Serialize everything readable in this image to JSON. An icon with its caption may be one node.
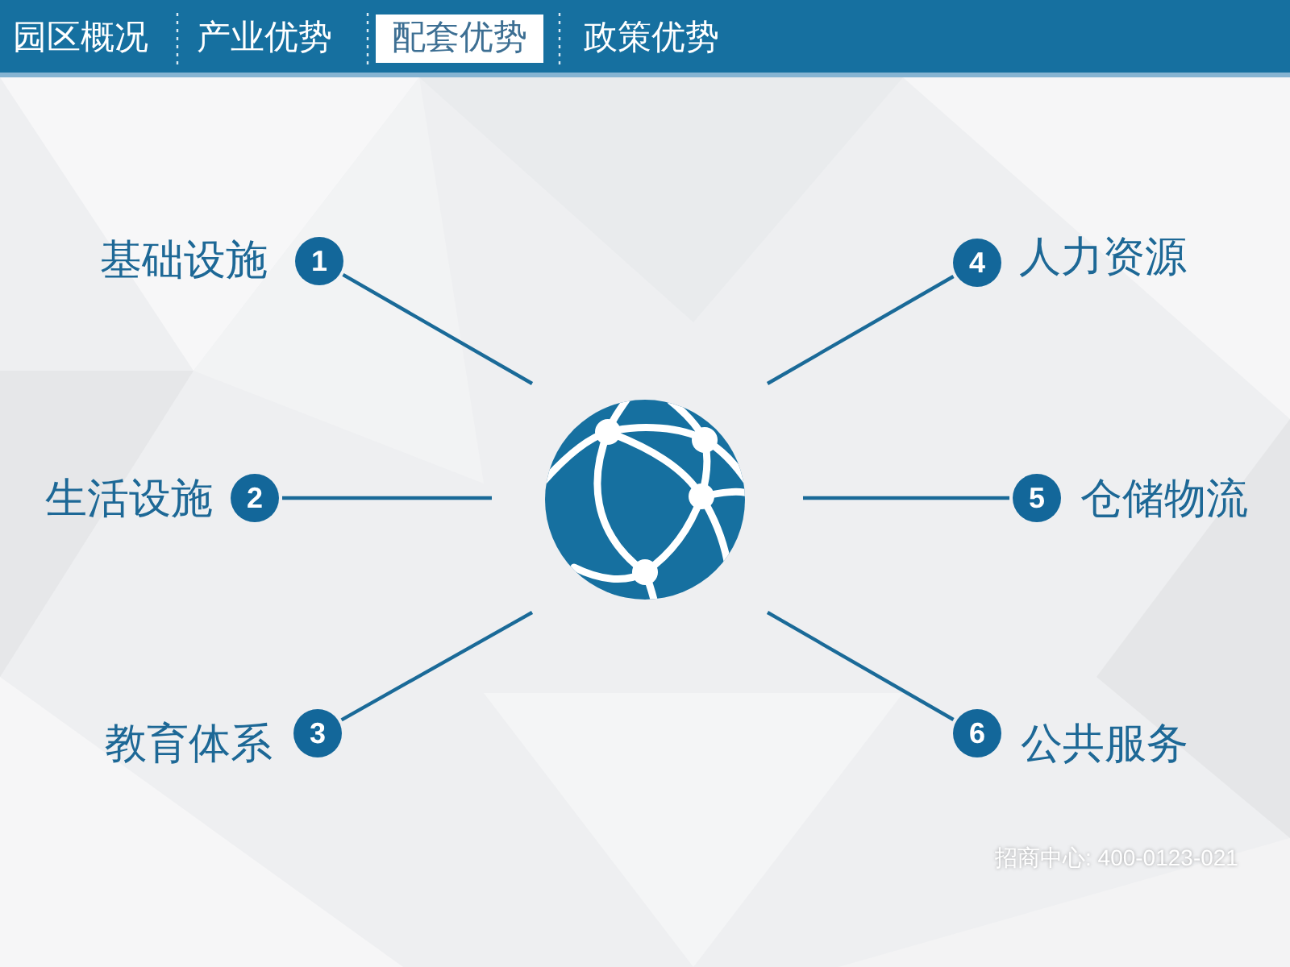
{
  "diagram": {
    "nodes": [
      {
        "text": [
          "1"
        ],
        "beside": [
          "基础设施"
        ]
      },
      {
        "text": [
          "4"
        ],
        "beside": [
          "人力资源"
        ]
      },
      {
        "text": [
          "2"
        ],
        "beside": [
          "生活设施"
        ]
      },
      {
        "text": [],
        "shape": "globe"
      },
      {
        "text": [
          "5"
        ],
        "beside": [
          "仓储物流"
        ]
      },
      {
        "text": [
          "3"
        ],
        "beside": [
          "教育体系"
        ]
      },
      {
        "text": [
          "6"
        ],
        "beside": [
          "公共服务"
        ]
      }
    ],
    "edges": [
      {
        "from": 3,
        "to": 0,
        "arrow": "none"
      },
      {
        "from": 3,
        "to": 1,
        "arrow": "none"
      },
      {
        "from": 3,
        "to": 2,
        "arrow": "none"
      },
      {
        "from": 3,
        "to": 4,
        "arrow": "none"
      },
      {
        "from": 3,
        "to": 5,
        "arrow": "none"
      },
      {
        "from": 3,
        "to": 6,
        "arrow": "none"
      }
    ],
    "labels": [
      "园区概况",
      "产业优势",
      "配套优势",
      "政策优势",
      "招商中心: 400-0123-021"
    ]
  }
}
